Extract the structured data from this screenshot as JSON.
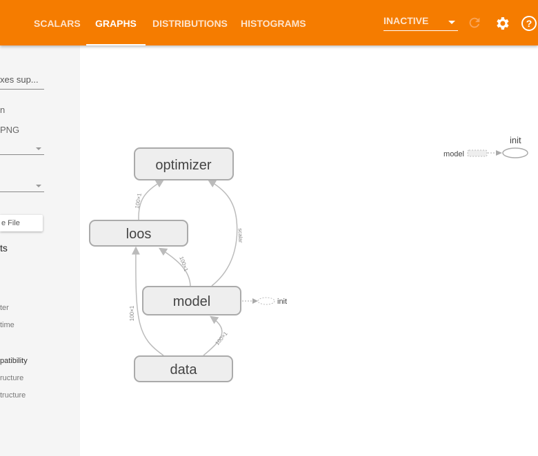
{
  "header": {
    "tabs": [
      {
        "label": "SCALARS",
        "active": false
      },
      {
        "label": "GRAPHS",
        "active": true
      },
      {
        "label": "DISTRIBUTIONS",
        "active": false
      },
      {
        "label": "HISTOGRAMS",
        "active": false
      }
    ],
    "run_select": "INACTIVE",
    "icons": [
      "refresh-icon",
      "gear-icon",
      "help-icon"
    ],
    "accent": "#f57c00"
  },
  "sidebar": {
    "search_value": "xes sup...",
    "option1": "n",
    "option2": "PNG",
    "choose_file": "e File",
    "section_title": "ts",
    "items": [
      "ter",
      "time",
      "patibility",
      "ructure",
      "tructure"
    ]
  },
  "graph": {
    "nodes": [
      "optimizer",
      "loos",
      "model",
      "data"
    ],
    "edges": [
      {
        "from": "loos",
        "to": "optimizer",
        "label": "100×1"
      },
      {
        "from": "model",
        "to": "optimizer",
        "label": "scalar"
      },
      {
        "from": "model",
        "to": "loos",
        "label": "100×1"
      },
      {
        "from": "data",
        "to": "loos",
        "label": "100×1"
      },
      {
        "from": "data",
        "to": "model",
        "label": "100×1"
      }
    ],
    "aux_label": "init",
    "aux_init_title": "init",
    "aux_model_label": "model"
  }
}
